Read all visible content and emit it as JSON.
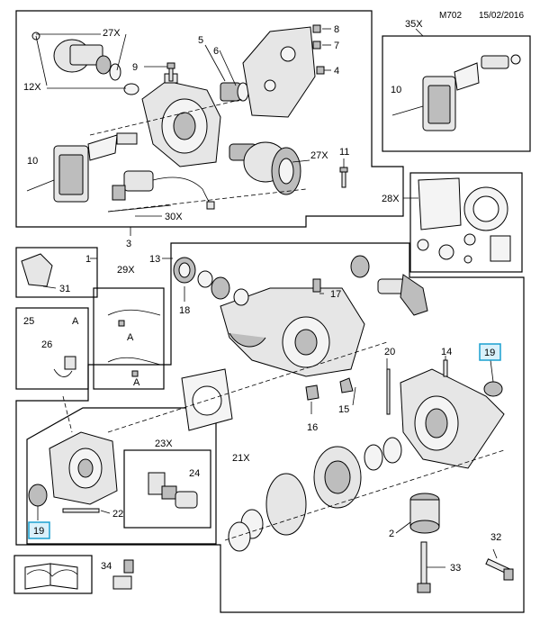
{
  "header": {
    "code": "M702",
    "date": "15/02/2016"
  },
  "callouts": {
    "c1": "1",
    "c2": "2",
    "c3": "3",
    "c4": "4",
    "c5": "5",
    "c6": "6",
    "c7": "7",
    "c8": "8",
    "c9": "9",
    "c10a": "10",
    "c10b": "10",
    "c11": "11",
    "c12x": "12X",
    "c13": "13",
    "c14": "14",
    "c15": "15",
    "c16": "16",
    "c17": "17",
    "c18": "18",
    "c19a": "19",
    "c19b": "19",
    "c20": "20",
    "c21x": "21X",
    "c22": "22",
    "c23x": "23X",
    "c24": "24",
    "c25": "25",
    "c26": "26",
    "c27xa": "27X",
    "c27xb": "27X",
    "c28x": "28X",
    "c29x": "29X",
    "c30x": "30X",
    "c31": "31",
    "c32": "32",
    "c33": "33",
    "c34": "34",
    "c35x": "35X",
    "cA1": "A",
    "cA2": "A",
    "cA3": "A"
  },
  "colors": {
    "line": "#000000",
    "part": "#e6e6e6",
    "highlight_fill": "#d9f1fb",
    "highlight_stroke": "#1aa0d0"
  },
  "icons": {
    "manual": "open-book-wrench-icon"
  }
}
